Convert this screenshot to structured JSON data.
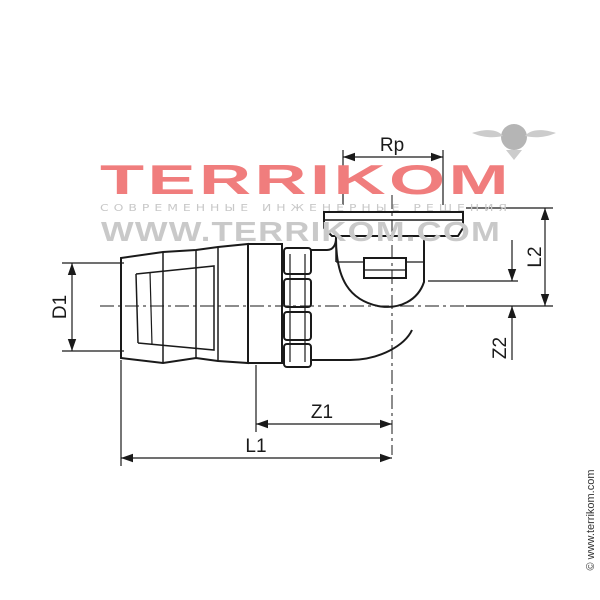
{
  "diagram": {
    "labels": {
      "rp": "Rp",
      "l2": "L2",
      "d1": "D1",
      "z2": "Z2",
      "z1": "Z1",
      "l1": "L1"
    }
  },
  "watermark": {
    "logo": "TERRIKOM",
    "tagline": "СОВРЕМЕННЫЕ ИНЖЕНЕРНЫЕ РЕШЕНИЯ",
    "url": "WWW.TERRIKOM.COM"
  },
  "copyright": "© www.terrikom.com",
  "colors": {
    "line": "#1a1a1a",
    "logo": "#f07d7d",
    "watermark_gray": "#c9c9c9"
  }
}
